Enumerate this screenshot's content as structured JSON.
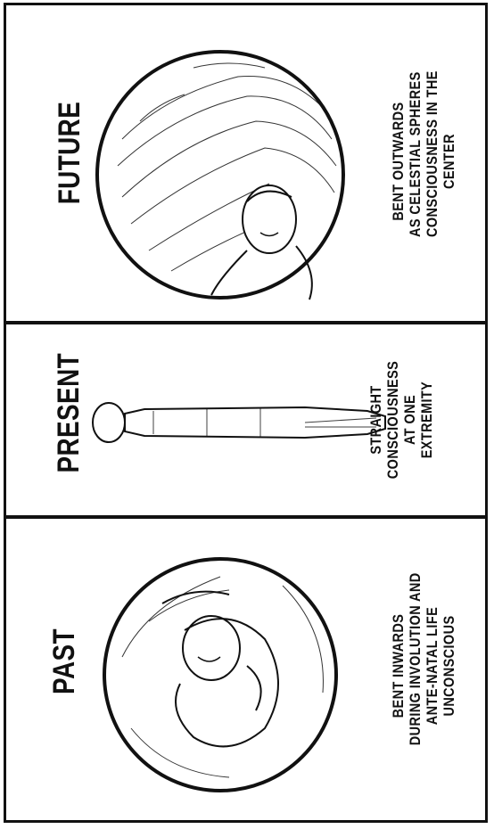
{
  "panels": [
    {
      "title": "FUTURE",
      "caption": [
        "BENT OUTWARDS",
        "AS CELESTIAL SPHERES",
        "CONSCIOUSNESS IN THE",
        "CENTER"
      ],
      "figure": "figure-outward-sphere"
    },
    {
      "title": "PRESENT",
      "caption": [
        "STRAIGHT",
        "CONSCIOUSNESS",
        "AT ONE",
        "EXTREMITY"
      ],
      "figure": "figure-straight"
    },
    {
      "title": "PAST",
      "caption": [
        "BENT INWARDS",
        "DURING INVOLUTION AND",
        "ANTE-NATAL LIFE",
        "UNCONSCIOUS"
      ],
      "figure": "figure-inward-sphere"
    }
  ],
  "colors": {
    "ink": "#111111",
    "paper": "#ffffff"
  }
}
